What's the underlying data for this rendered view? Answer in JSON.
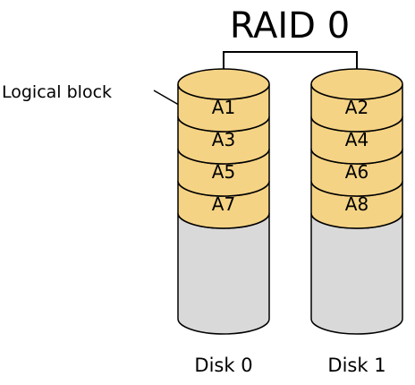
{
  "diagram": {
    "title": "RAID 0",
    "callout": {
      "text": "Logical block"
    },
    "colors": {
      "block_fill": "#f5d384",
      "empty_fill": "#d9d9d9",
      "stroke": "#000000"
    },
    "disks": [
      {
        "label": "Disk 0",
        "blocks": [
          "A1",
          "A3",
          "A5",
          "A7"
        ]
      },
      {
        "label": "Disk 1",
        "blocks": [
          "A2",
          "A4",
          "A6",
          "A8"
        ]
      }
    ]
  }
}
